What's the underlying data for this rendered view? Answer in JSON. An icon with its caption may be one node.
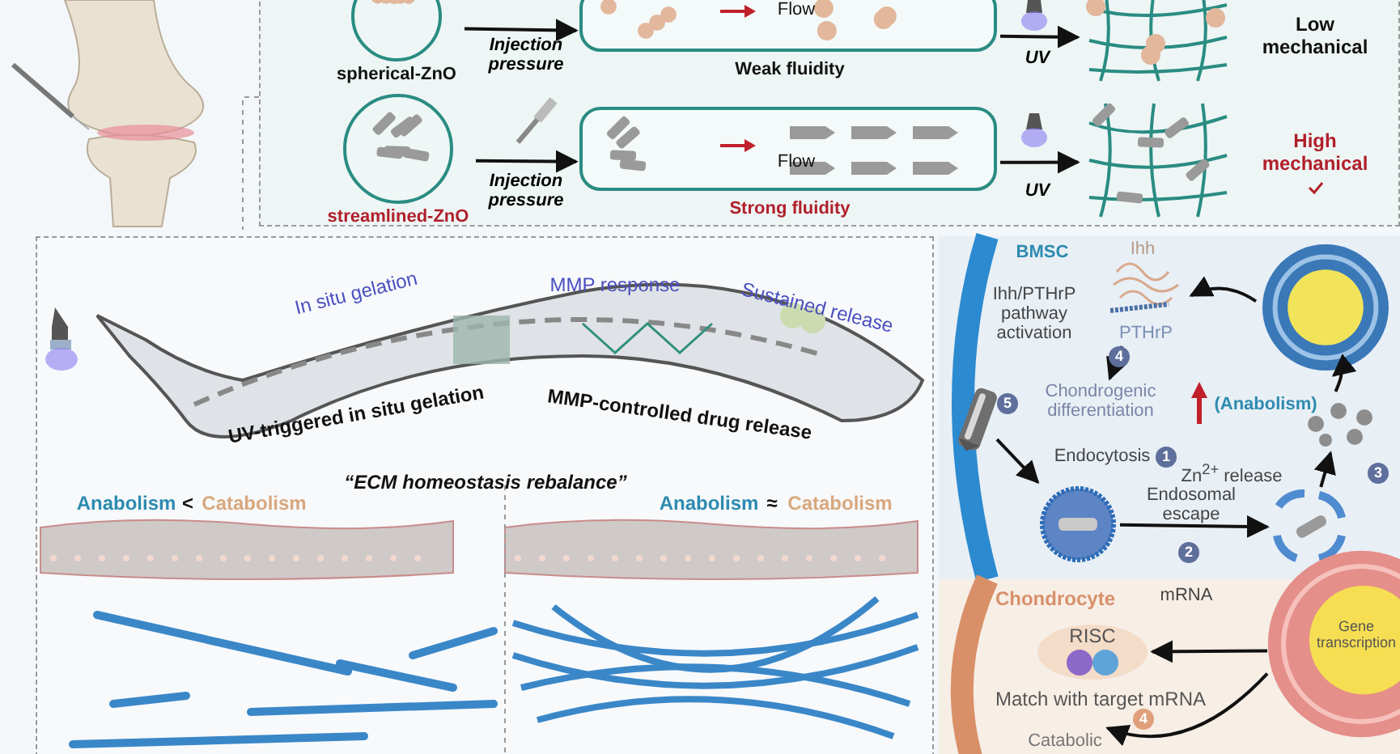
{
  "diagram": {
    "nodes": [
      {
        "text": [
          "spherical-ZnO"
        ]
      },
      {
        "text": [
          "Flow",
          "Weak fluidity"
        ]
      },
      {
        "text": [],
        "shape": "picture",
        "beside": [
          "Low mechanical"
        ]
      },
      {
        "text": [
          "streamlined-ZnO"
        ]
      },
      {
        "text": [
          "Flow",
          "Strong fluidity"
        ]
      },
      {
        "text": [],
        "shape": "picture",
        "beside": [
          "High mechanical"
        ]
      },
      {
        "text": [],
        "shape": "picture"
      },
      {
        "text": [],
        "shape": "picture"
      },
      {
        "text": [],
        "shape": "picture"
      },
      {
        "text": [],
        "shape": "picture"
      },
      {
        "text": [],
        "shape": "picture"
      },
      {
        "text": [
          "Ihh",
          "PTHrP"
        ]
      },
      {
        "text": [
          "Chondrogenic differentiation"
        ]
      },
      {
        "text": [
          "Gene transcription"
        ]
      },
      {
        "text": [
          "RISC"
        ],
        "beside": [
          "Match with target mRNA"
        ]
      },
      {
        "text": [
          "Catabolic"
        ]
      }
    ],
    "edges": [
      {
        "from": 0,
        "to": 1,
        "arrow": "to",
        "label": "Injection pressure"
      },
      {
        "from": 1,
        "to": 2,
        "arrow": "to",
        "label": "UV"
      },
      {
        "from": 3,
        "to": 4,
        "arrow": "to",
        "label": "Injection pressure"
      },
      {
        "from": 4,
        "to": 5,
        "arrow": "to",
        "label": "UV"
      },
      {
        "from": 6,
        "to": 7,
        "arrow": "to",
        "label": "Endocytosis"
      },
      {
        "from": 7,
        "to": 8,
        "arrow": "to",
        "label": "Endosomal escape"
      },
      {
        "from": 8,
        "to": 9,
        "arrow": "to",
        "label": "Zn$^{2+}$ release"
      },
      {
        "from": 9,
        "to": 10,
        "arrow": "to"
      },
      {
        "from": 10,
        "to": 11,
        "arrow": "to"
      },
      {
        "from": 11,
        "to": 12,
        "arrow": "to",
        "label": "Ihh/PTHrP pathway activation"
      },
      {
        "from": 13,
        "to": 14,
        "arrow": "to",
        "label": "mRNA"
      },
      {
        "from": 13,
        "to": 15,
        "arrow": "to"
      }
    ],
    "labels": [
      "In situ gelation",
      "MMP response",
      "Sustained release",
      "UV-triggered in situ gelation",
      "MMP-controlled drug release",
      "“ECM homeostasis rebalance”",
      "Anabolism",
      "<",
      "Catabolism",
      "Anabolism",
      "≈",
      "Catabolism",
      "BMSC",
      "4",
      "5",
      "(Anabolism)",
      "1",
      "3",
      "2",
      "Chondrocyte",
      "4"
    ]
  }
}
